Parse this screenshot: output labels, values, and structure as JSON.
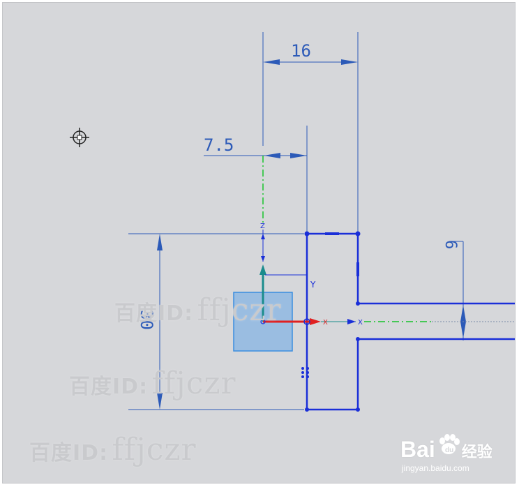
{
  "dimensions": {
    "width_16": "16",
    "offset_7_5": "7.5",
    "height_30": "30",
    "height_6": "6"
  },
  "axis_labels": {
    "z": "Z",
    "x": "X",
    "x_secondary": "X",
    "y_small": "Y"
  },
  "watermark": {
    "prefix": "百度ID:",
    "user": "ffjczr"
  },
  "brand": {
    "name": "Bai",
    "suffix": "经验",
    "url": "jingyan.baidu.com"
  },
  "colors": {
    "background": "#d6d7da",
    "sketch_line": "#1a2fd8",
    "dimension": "#2c5ab8",
    "constraint_green": "#16c42a",
    "axis_teal": "#1a8c8c",
    "axis_red": "#e02020",
    "selection_box": "#8fb8e2"
  },
  "icons": [
    "crosshair-cursor-icon",
    "datum-csys-icon",
    "drag-handle-icon",
    "baidu-paw-icon"
  ]
}
